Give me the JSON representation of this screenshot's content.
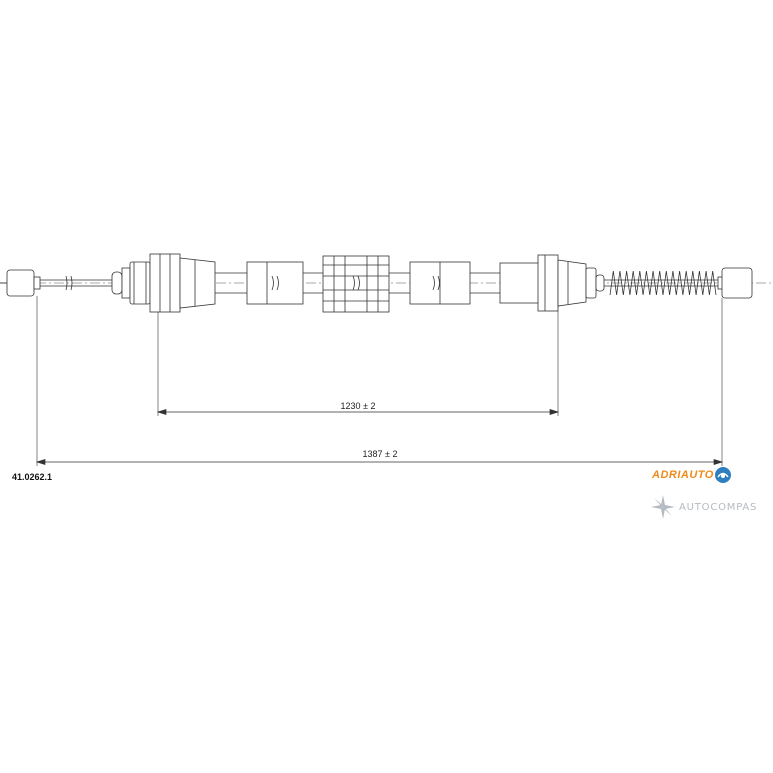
{
  "drawing": {
    "part_number": "41.0262.1",
    "dimensions": [
      {
        "label": "1230 ± 2"
      },
      {
        "label": "1387 ± 2"
      }
    ]
  },
  "branding": {
    "brand_name": "ADRIAUTO",
    "brand_color": "#f08a1c",
    "brand_badge_color": "#2f7fc0",
    "watermark_text": "AUTOCOMPAS",
    "watermark_color": "#9aa4ad"
  },
  "colors": {
    "line": "#333333",
    "centerline": "#555555"
  }
}
